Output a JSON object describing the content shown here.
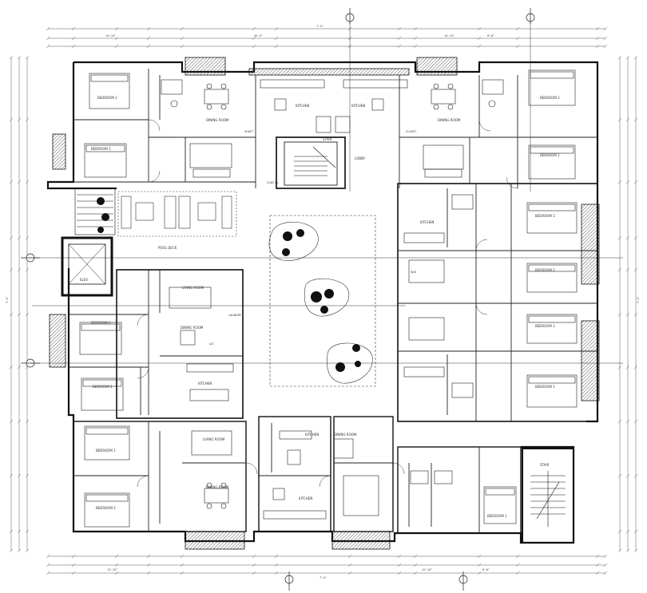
{
  "title": "",
  "dimensions": {
    "top_overall": "7'-0\"",
    "top_mid": "35'-0\"",
    "bottom_overall": "7'-0\"",
    "top_left": "14'-10\"",
    "top_right": "14'-10\"",
    "top_right_small": "6'-8\"",
    "bottom_left": "15'-10\"",
    "bottom_right": "15'-10\"",
    "bottom_mid": "6'-8\"",
    "left_vertical": "7'-0\"",
    "right_vertical": "7'-0\""
  },
  "rooms": {
    "bedroom2_nw": "BEDROOM 2",
    "bedroom1_nw": "BEDROOM 1",
    "dining_nw": "DINING ROOM",
    "kitchen_nw": "KITCHEN",
    "kitchen_ne": "KITCHEN",
    "dining_ne": "DINING ROOM",
    "bedroom2_ne": "BEDROOM 2",
    "bedroom1_ne": "BEDROOM 1",
    "bedroom3_ne": "BEDROOM 3",
    "pool_deck": "POOL DECK",
    "living_w": "LIVING ROOM",
    "dining_w": "DINING ROOM",
    "bedroom2_w": "BEDROOM 2",
    "bedroom1_w": "BEDROOM 1",
    "kitchen_w": "KITCHEN",
    "kitchen_e": "KITCHEN",
    "bedroom2_e": "BEDROOM 2",
    "bedroom1_e": "BEDROOM 1",
    "bedroom3_e": "BEDROOM 3",
    "bedroom1_sw": "BEDROOM 1",
    "living_sw": "LIVING ROOM",
    "bedroom2_sw": "BEDROOM 2",
    "dining_sw": "DINING ROOM",
    "kitchen_sw": "KITCHEN",
    "kitchen_s": "KITCHEN",
    "dining_s": "DINING ROOM",
    "bedroom1_se": "BEDROOM 1",
    "stair_se": "STAIR",
    "lobby": "LOBBY",
    "elevator": "ELEV.",
    "stair_n": "STAIR"
  },
  "tags": {
    "a": "SHAFT",
    "b": "CLOSET",
    "c": "LAUNDRY",
    "d": "A/C",
    "e": "W/D",
    "f": "COAT CL."
  }
}
